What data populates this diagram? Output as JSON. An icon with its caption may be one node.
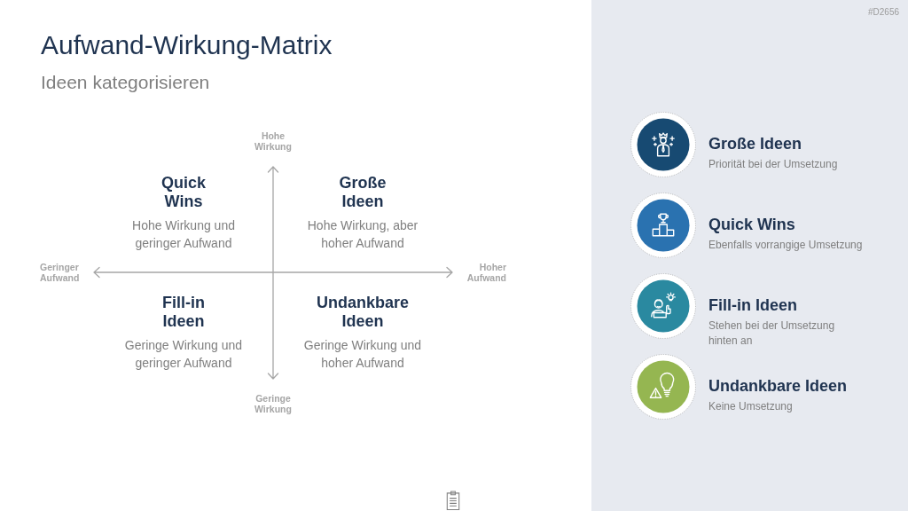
{
  "diagram": {
    "title": "Aufwand-Wirkung-Matrix",
    "nodes": [
      {
        "text": [],
        "shape": "circle",
        "beside": [
          "Große Ideen",
          "Priorität bei der Umsetzung"
        ]
      },
      {
        "text": [],
        "shape": "circle",
        "beside": [
          "Quick Wins",
          "Ebenfalls vorrangige Umsetzung"
        ]
      },
      {
        "text": [],
        "shape": "circle",
        "beside": [
          "Fill-in Ideen",
          "Stehen bei der Umsetzung hinten an"
        ]
      },
      {
        "text": [],
        "shape": "circle",
        "beside": [
          "Undankbare Ideen",
          "Keine Umsetzung"
        ]
      }
    ],
    "labels": [
      "#D2656",
      "Ideen kategorisieren",
      "Hohe Wirkung",
      "Quick Wins",
      "Große Ideen",
      "Hohe Wirkung und geringer Aufwand",
      "Hohe Wirkung, aber hoher Aufwand",
      "Geringer Aufwand",
      "Hoher Aufwand",
      "Fill-in Ideen",
      "Undankbare Ideen",
      "Geringe Wirkung und geringer Aufwand",
      "Geringe Wirkung und hoher Aufwand",
      "Geringe Wirkung"
    ]
  }
}
